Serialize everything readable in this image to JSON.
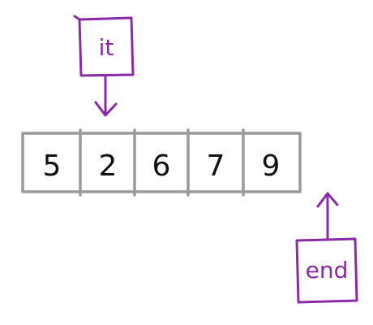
{
  "array": {
    "values": [
      "5",
      "2",
      "6",
      "7",
      "9"
    ]
  },
  "pointers": {
    "it": {
      "label": "it"
    },
    "end": {
      "label": "end"
    }
  },
  "colors": {
    "cell_border": "#9a9a9a",
    "text": "#111111",
    "pointer": "#8a2aa8"
  }
}
